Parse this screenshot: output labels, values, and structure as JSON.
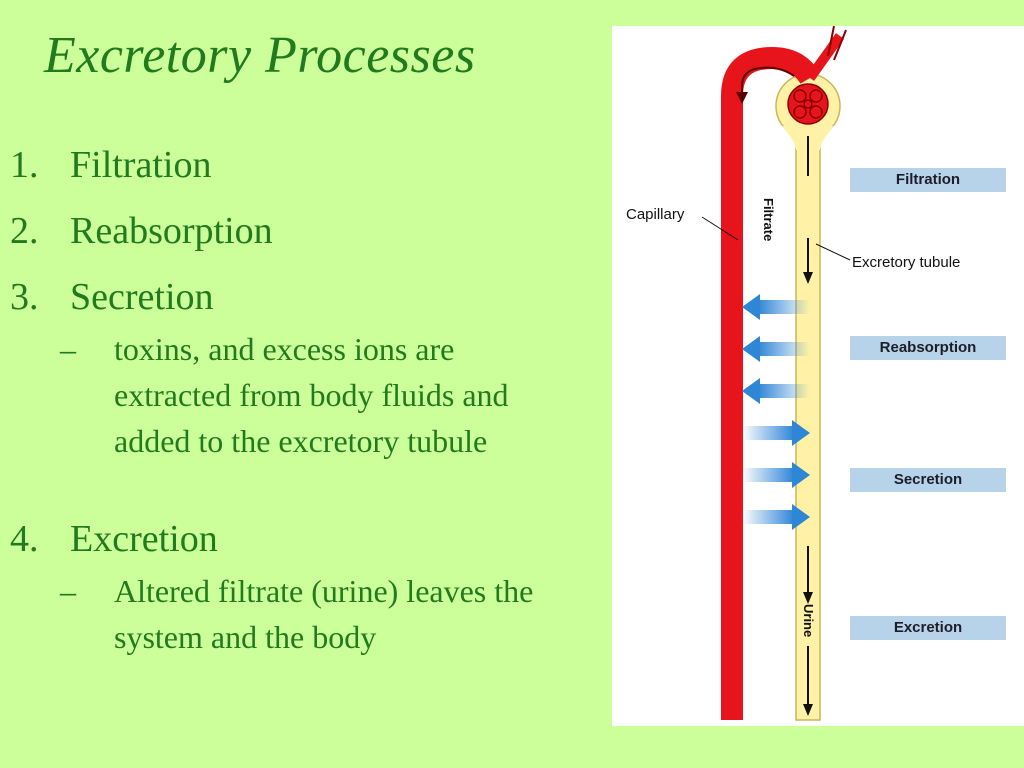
{
  "title": "Excretory Processes",
  "list": [
    {
      "num": "1.",
      "label": "Filtration"
    },
    {
      "num": "2.",
      "label": "Reabsorption"
    },
    {
      "num": "3.",
      "label": "Secretion",
      "sub": "toxins, and excess ions are extracted from body fluids and added to the excretory tubule"
    },
    {
      "num": "4.",
      "label": "Excretion",
      "sub": "Altered filtrate (urine) leaves the system and the body"
    }
  ],
  "dash": "–",
  "diagram": {
    "capillary_label": "Capillary",
    "tubule_label": "Excretory tubule",
    "filtrate_label": "Filtrate",
    "urine_label": "Urine",
    "stages": [
      "Filtration",
      "Reabsorption",
      "Secretion",
      "Excretion"
    ],
    "colors": {
      "capillary": "#e8141b",
      "tubule": "#fff2a6",
      "arrow": "#3a8fd9",
      "stage_bg": "#b7d3ea"
    }
  }
}
